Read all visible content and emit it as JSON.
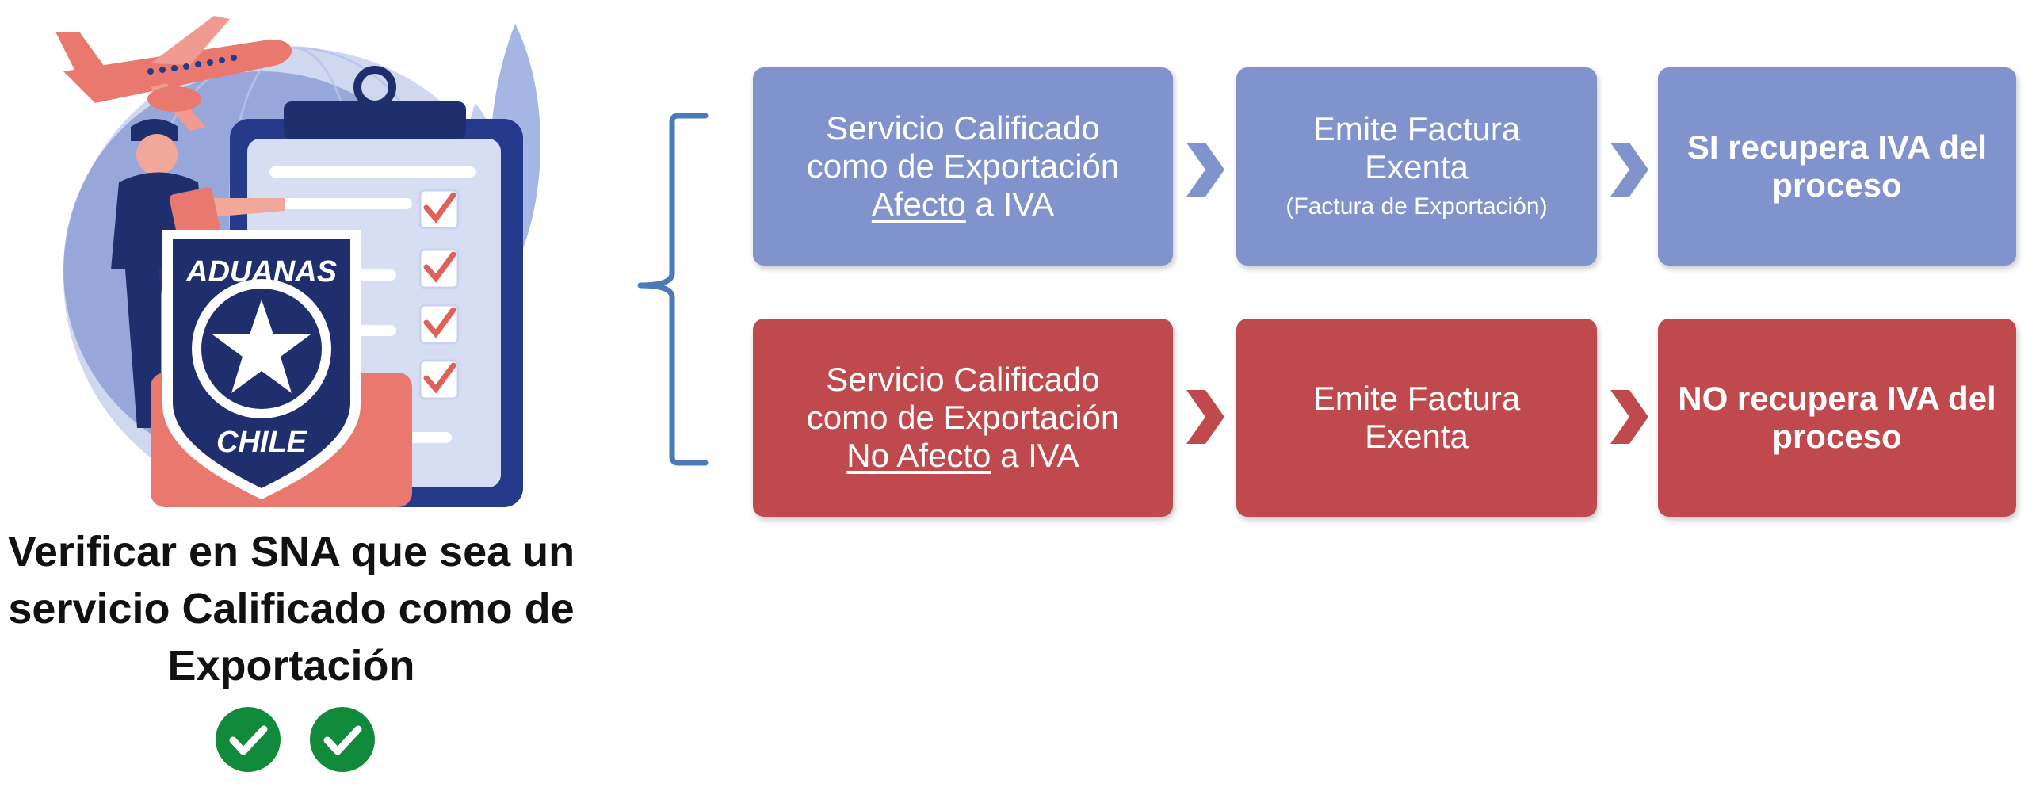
{
  "illustration": {
    "shield_text_top": "ADUANAS",
    "shield_text_bottom": "CHILE"
  },
  "caption": {
    "lines": [
      "Verificar en SNA que sea un",
      "servicio Calificado como de",
      "Exportación"
    ]
  },
  "colors": {
    "blue_box": "#8093cc",
    "red_box": "#c0494d",
    "blue_arrow": "#8093cc",
    "red_arrow": "#c0494d",
    "brace": "#4a7ab8",
    "check_green": "#118a3c"
  },
  "row_afecto": {
    "box1": {
      "line1": "Servicio Calificado",
      "line2": "como de Exportación",
      "underlined": "Afecto",
      "rest": " a IVA"
    },
    "box2": {
      "line1": "Emite Factura",
      "line2": "Exenta",
      "note": "(Factura de Exportación)"
    },
    "box3": {
      "line1": "SI recupera IVA del",
      "line2": "proceso"
    }
  },
  "row_no_afecto": {
    "box1": {
      "line1": "Servicio Calificado",
      "line2": "como de Exportación",
      "underlined": "No Afecto",
      "rest": " a IVA"
    },
    "box2": {
      "line1": "Emite Factura",
      "line2": "Exenta"
    },
    "box3": {
      "line1": "NO recupera IVA del",
      "line2": "proceso"
    }
  }
}
